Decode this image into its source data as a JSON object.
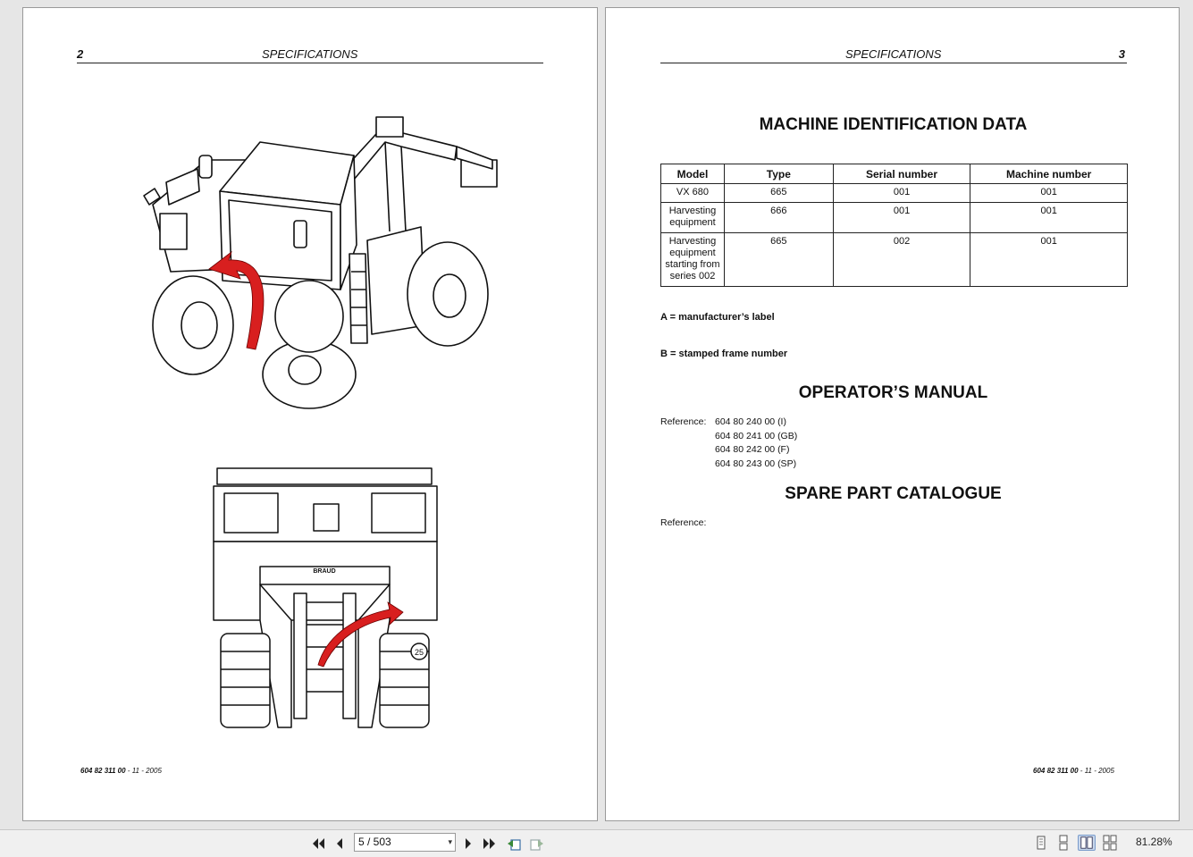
{
  "left_page": {
    "page_number": "2",
    "header_title": "SPECIFICATIONS",
    "figure_text": {
      "brand": "BRAUD",
      "badge": "25"
    },
    "footer": {
      "doc_number": "604 82 311 00",
      "rest": " - 11 - 2005"
    }
  },
  "right_page": {
    "page_number": "3",
    "header_title": "SPECIFICATIONS",
    "section1_title": "MACHINE IDENTIFICATION DATA",
    "table": {
      "headers": [
        "Model",
        "Type",
        "Serial number",
        "Machine number"
      ],
      "rows": [
        [
          "VX 680",
          "665",
          "001",
          "001"
        ],
        [
          "Harvesting equipment",
          "666",
          "001",
          "001"
        ],
        [
          "Harvesting equipment starting from series 002",
          "665",
          "002",
          "001"
        ]
      ]
    },
    "note_a": "A = manufacturer’s label",
    "note_b": "B = stamped frame number",
    "section2_title": "OPERATOR’S MANUAL",
    "reference_label": "Reference:",
    "references": [
      "604 80 240 00 (I)",
      "604 80 241 00 (GB)",
      "604 80 242 00 (F)",
      "604 80 243 00 (SP)"
    ],
    "section3_title": "SPARE PART CATALOGUE",
    "reference_label_2": "Reference:",
    "footer": {
      "doc_number": "604 82 311 00",
      "rest": " - 11 - 2005"
    }
  },
  "toolbar": {
    "page_field": "5 / 503",
    "zoom": "81.28%"
  },
  "colors": {
    "arrow_red": "#d81f1f",
    "viewer_bg": "#e6e6e6",
    "toolbar_bg": "#f0f0f0"
  }
}
